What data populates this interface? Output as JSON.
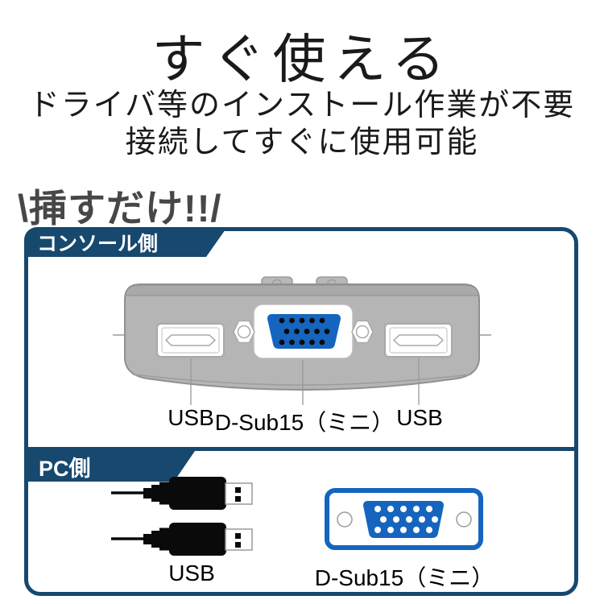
{
  "title": "すぐ使える",
  "subtitle": {
    "line1": "ドライバ等のインストール作業が不要",
    "line2": "接続してすぐに使用可能"
  },
  "callout": "\\挿すだけ!!/",
  "colors": {
    "navy_banner": "#17486e",
    "connector_blue": "#1565bf",
    "device_gray": "#b5b5b5",
    "callout_gray": "#474747",
    "text_black": "#1a1a1a"
  },
  "console_section": {
    "heading": "コンソール側",
    "port_labels": [
      "USB",
      "D-Sub15（ミニ）",
      "USB"
    ]
  },
  "pc_section": {
    "heading": "PC側",
    "usb_label": "USB",
    "dsub_label": "D-Sub15（ミニ）"
  }
}
